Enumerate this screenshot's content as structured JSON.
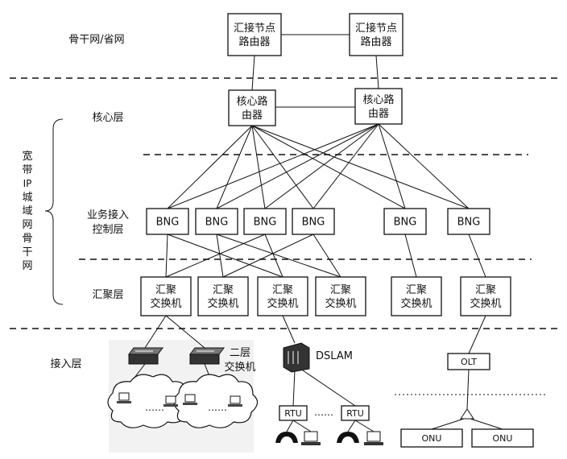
{
  "layers": {
    "backbone": "骨干网/省网",
    "core": "核心层",
    "bras": [
      "业务接入",
      "控制层"
    ],
    "aggregation": "汇聚层",
    "access": "接入层"
  },
  "side_label": [
    "宽",
    "带",
    "IP",
    "城",
    "域",
    "网",
    "骨",
    "干",
    "网"
  ],
  "nodes": {
    "aggregation_router": [
      "汇接节点",
      "路由器"
    ],
    "core_router": [
      "核心路",
      "由器"
    ],
    "bng": "BNG",
    "agg_switch": [
      "汇聚",
      "交换机"
    ],
    "olt": "OLT",
    "onu": "ONU",
    "rtu": "RTU",
    "rtu_ellipsis": "……",
    "dslam": "DSLAM",
    "l2switch": [
      "二层",
      "交换机"
    ],
    "cloud_ellipsis": "……"
  }
}
